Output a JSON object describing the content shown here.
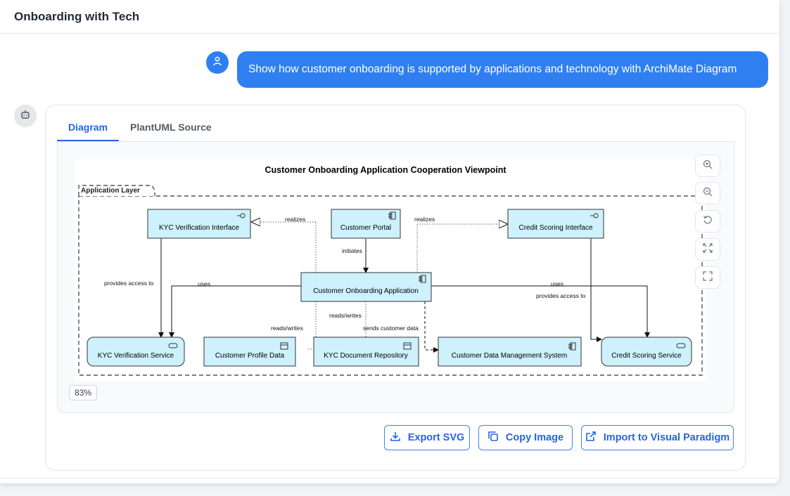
{
  "header": {
    "title": "Onboarding with Tech"
  },
  "user_message": {
    "text": "Show how customer onboarding is supported by applications and technology with ArchiMate Diagram",
    "avatar_icon": "user-icon"
  },
  "bot": {
    "avatar_icon": "robot-icon"
  },
  "tabs": [
    {
      "label": "Diagram",
      "active": true
    },
    {
      "label": "PlantUML Source",
      "active": false
    }
  ],
  "diagram": {
    "title": "Customer Onboarding Application Cooperation Viewpoint",
    "group_label": "Application Layer",
    "elements": {
      "kyc_interface": "KYC Verification Interface",
      "customer_portal": "Customer Portal",
      "credit_interface": "Credit Scoring Interface",
      "onboarding_app": "Customer Onboarding Application",
      "kyc_service": "KYC Verification Service",
      "profile_data": "Customer Profile Data",
      "doc_repo": "KYC Document Repository",
      "cdms": "Customer Data Management System",
      "credit_service": "Credit Scoring Service"
    },
    "relations": {
      "realizes_left": "realizes",
      "realizes_right": "realizes",
      "initiates": "initiates",
      "provides_access_left": "provides access to",
      "provides_access_right": "provides access to",
      "uses_left": "uses",
      "uses_right": "uses",
      "reads_writes_1": "reads/writes",
      "reads_writes_2": "reads/writes",
      "sends_customer_data": "sends customer data"
    },
    "colors": {
      "app_fill": "#cdf1fd",
      "app_stroke": "#333333"
    }
  },
  "zoom": {
    "level": "83%"
  },
  "controls": [
    "zoom-in-icon",
    "zoom-out-icon",
    "reset-icon",
    "fit-icon",
    "fullscreen-icon"
  ],
  "actions": {
    "export_svg": "Export SVG",
    "copy_image": "Copy Image",
    "import_vp": "Import to Visual Paradigm"
  },
  "accent_color": "#2f7ff0"
}
